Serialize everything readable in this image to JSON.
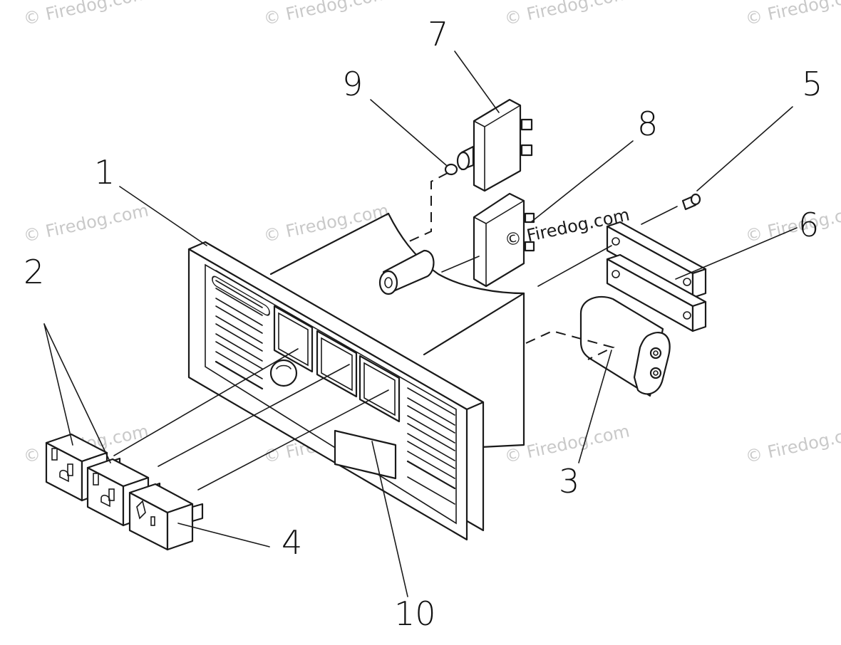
{
  "watermark": "© Firedog.com",
  "copyright_label": "© Firedog.com",
  "callouts": [
    "1",
    "2",
    "3",
    "4",
    "5",
    "6",
    "7",
    "8",
    "9",
    "10"
  ]
}
